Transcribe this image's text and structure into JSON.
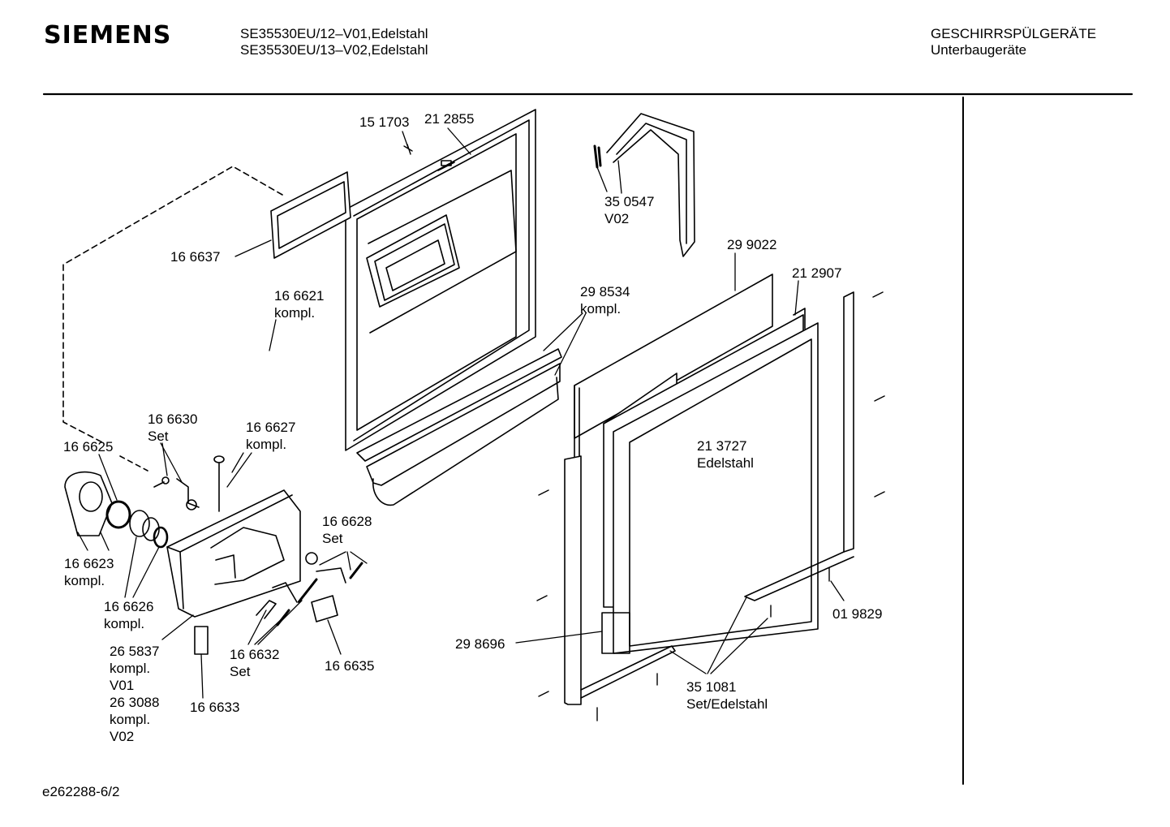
{
  "header": {
    "brand": "SIEMENS",
    "model_line_1": "SE35530EU/12–V01,Edelstahl",
    "model_line_2": "SE35530EU/13–V02,Edelstahl",
    "category_line_1": "GESCHIRRSPÜLGERÄTE",
    "category_line_2": "Unterbaugeräte"
  },
  "parts": {
    "p151703": "15 1703",
    "p212855": "21 2855",
    "p350547_a": "35 0547",
    "p350547_b": "V02",
    "p299022": "29 9022",
    "p212907": "21 2907",
    "p166637": "16 6637",
    "p166621_a": "16 6621",
    "p166621_b": "kompl.",
    "p298534_a": "29 8534",
    "p298534_b": "kompl.",
    "p166630_a": "16 6630",
    "p166630_b": "Set",
    "p166627_a": "16 6627",
    "p166627_b": "kompl.",
    "p166625": "16 6625",
    "p166628_a": "16 6628",
    "p166628_b": "Set",
    "p213727_a": "21 3727",
    "p213727_b": "Edelstahl",
    "p166623_a": "16 6623",
    "p166623_b": "kompl.",
    "p166626_a": "16 6626",
    "p166626_b": "kompl.",
    "p265837_a": "26 5837",
    "p265837_b": "kompl.",
    "p265837_c": "V01",
    "p263088_a": "26 3088",
    "p263088_b": "kompl.",
    "p263088_c": "V02",
    "p166632_a": "16 6632",
    "p166632_b": "Set",
    "p166635": "16 6635",
    "p166633": "16 6633",
    "p298696": "29 8696",
    "p019829": "01 9829",
    "p351081_a": "35 1081",
    "p351081_b": "Set/Edelstahl"
  },
  "footer": {
    "code": "e262288-6/2"
  }
}
